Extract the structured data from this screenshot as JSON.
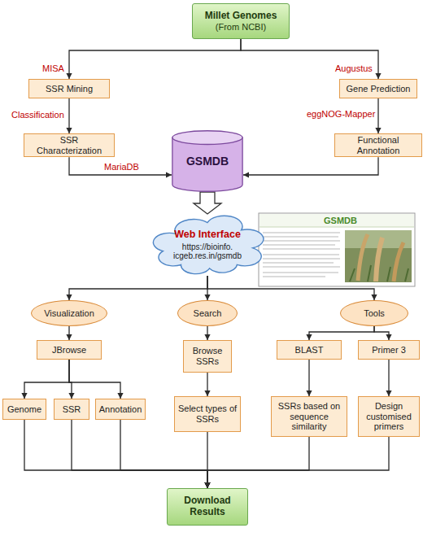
{
  "diagram": {
    "nodes": [
      {
        "text": [
          "Millet Genomes",
          "(From NCBI)"
        ]
      },
      {
        "text": [
          "SSR Mining"
        ]
      },
      {
        "text": [
          "Gene Prediction"
        ]
      },
      {
        "text": [
          "SSR Characterization"
        ]
      },
      {
        "text": [
          "Functional Annotation"
        ]
      },
      {
        "text": [
          "GSMDB"
        ]
      },
      {
        "text": [
          "Web Interface",
          "https://bioinfo. icgeb.res.in/gsmdb"
        ]
      },
      {
        "text": [
          "Visualization"
        ]
      },
      {
        "text": [
          "Search"
        ]
      },
      {
        "text": [
          "Tools"
        ]
      },
      {
        "text": [
          "JBrowse"
        ]
      },
      {
        "text": [
          "Browse SSRs"
        ]
      },
      {
        "text": [
          "BLAST"
        ]
      },
      {
        "text": [
          "Primer 3"
        ]
      },
      {
        "text": [
          "Genome"
        ]
      },
      {
        "text": [
          "SSR"
        ]
      },
      {
        "text": [
          "Annotation"
        ]
      },
      {
        "text": [
          "Select types of SSRs"
        ]
      },
      {
        "text": [
          "SSRs based on sequence similarity"
        ]
      },
      {
        "text": [
          "Design customised primers"
        ]
      },
      {
        "text": [
          "Download Results"
        ]
      }
    ],
    "edges": [
      {
        "from": 0,
        "to": 1,
        "label": "MISA",
        "arrow": "to"
      },
      {
        "from": 0,
        "to": 2,
        "label": "Augustus",
        "arrow": "to"
      },
      {
        "from": 1,
        "to": 3,
        "label": "Classification",
        "arrow": "to"
      },
      {
        "from": 2,
        "to": 4,
        "label": "eggNOG-Mapper",
        "arrow": "to"
      },
      {
        "from": 3,
        "to": 5,
        "label": "MariaDB",
        "arrow": "to"
      },
      {
        "from": 4,
        "to": 5,
        "arrow": "to"
      },
      {
        "from": 5,
        "to": 6,
        "arrow": "to"
      },
      {
        "from": 6,
        "to": 7,
        "arrow": "to"
      },
      {
        "from": 6,
        "to": 8,
        "arrow": "to"
      },
      {
        "from": 6,
        "to": 9,
        "arrow": "to"
      },
      {
        "from": 7,
        "to": 10,
        "arrow": "to"
      },
      {
        "from": 8,
        "to": 11,
        "arrow": "to"
      },
      {
        "from": 9,
        "to": 12,
        "arrow": "to"
      },
      {
        "from": 9,
        "to": 13,
        "arrow": "to"
      },
      {
        "from": 10,
        "to": 14,
        "arrow": "to"
      },
      {
        "from": 10,
        "to": 15,
        "arrow": "to"
      },
      {
        "from": 10,
        "to": 16,
        "arrow": "to"
      },
      {
        "from": 11,
        "to": 17,
        "arrow": "to"
      },
      {
        "from": 12,
        "to": 18,
        "arrow": "to"
      },
      {
        "from": 13,
        "to": 19,
        "arrow": "to"
      },
      {
        "from": 14,
        "to": 20,
        "arrow": "to"
      },
      {
        "from": 15,
        "to": 20,
        "arrow": "to"
      },
      {
        "from": 16,
        "to": 20,
        "arrow": "to"
      },
      {
        "from": 17,
        "to": 20,
        "arrow": "to"
      },
      {
        "from": 18,
        "to": 20,
        "arrow": "to"
      },
      {
        "from": 19,
        "to": 20,
        "arrow": "to"
      }
    ],
    "labels": [
      "GSMDB"
    ]
  }
}
